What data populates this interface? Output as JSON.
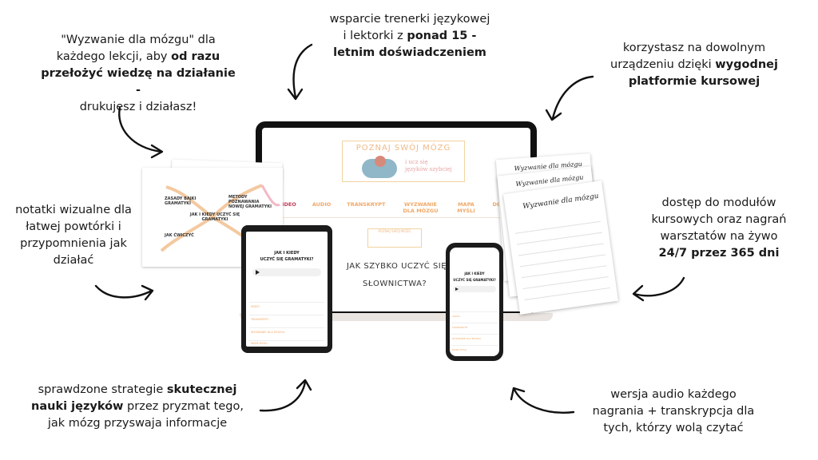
{
  "callouts": {
    "top_left": {
      "line1": "\"Wyzwanie dla mózgu\" dla",
      "line2": "każdego lekcji, aby ",
      "bold1": "od razu",
      "bold2": "przełożyć wiedzę na działanie -",
      "line3": "drukujesz i działasz!"
    },
    "top_center": {
      "line1": "wsparcie trenerki językowej",
      "line2": "i lektorki z ",
      "bold1": "ponad 15 -",
      "bold2": "letnim doświadczeniem"
    },
    "top_right": {
      "line1": "korzystasz na dowolnym",
      "line2": "urządzeniu dzięki ",
      "bold1": "wygodnej",
      "bold2": "platformie kursowej"
    },
    "mid_left": {
      "line1": "notatki wizualne dla",
      "line2": "łatwej powtórki i",
      "line3": "przypomnienia jak",
      "line4": "działać"
    },
    "mid_right": {
      "line1": "dostęp do modułów",
      "line2": "kursowych oraz nagrań",
      "line3": "warsztatów na żywo",
      "bold1": "24/7 przez 365 dni"
    },
    "bottom_left": {
      "line1": "sprawdzone strategie ",
      "bold1": "skutecznej",
      "bold2": "nauki języków",
      "line2": " przez pryzmat tego,",
      "line3": "jak mózg przyswaja informacje"
    },
    "bottom_right": {
      "line1": "wersja audio każdego",
      "line2": "nagrania + transkrypcja dla",
      "line3": "tych, którzy wolą czytać"
    }
  },
  "laptop": {
    "site_title": "POZNAJ SWÓJ MÓZG",
    "site_sub1": "i ucz się",
    "site_sub2": "języków szybciej",
    "tabs": [
      "VIDEO",
      "AUDIO",
      "TRANSKRYPT",
      "WYZWANIE DLA MÓZGU",
      "MAPA MYŚLI",
      "DODATKI"
    ],
    "mini_card": "POZNAJ SWÓJ MÓZG",
    "question_line1": "JAK SZYBKO UCZYĆ SIĘ",
    "question_line2": "SŁOWNICTWA?"
  },
  "mindmap": {
    "center": "JAK I KIEDY UCZYĆ SIĘ GRAMATYKI",
    "node1": "ZASADY BAJKI GRAMATYKI",
    "node2": "METODY POZNAWANIA NOWEJ GRAMATYKI",
    "node3": "JAK ĆWICZYĆ"
  },
  "tablet": {
    "heading1": "JAK I KIEDY",
    "heading2": "UCZYĆ SIĘ GRAMATYKI?",
    "menu": [
      "VIDEO",
      "TRANSKRYPT",
      "WYZWANIE DLA MÓZGU",
      "MAPA MYŚLI"
    ]
  },
  "phone": {
    "heading1": "JAK I KIEDY",
    "heading2": "UCZYĆ SIĘ GRAMATYKI?",
    "menu": [
      "AUDIO",
      "TRANSKRYPT",
      "WYZWANIE DLA MÓZGU",
      "MAPA MYŚLI"
    ]
  },
  "worksheets": {
    "title": "Wyzwanie dla mózgu"
  },
  "colors": {
    "accent_orange": "#f0a868",
    "accent_pink": "#c0405c",
    "ink": "#1a1a1a"
  }
}
